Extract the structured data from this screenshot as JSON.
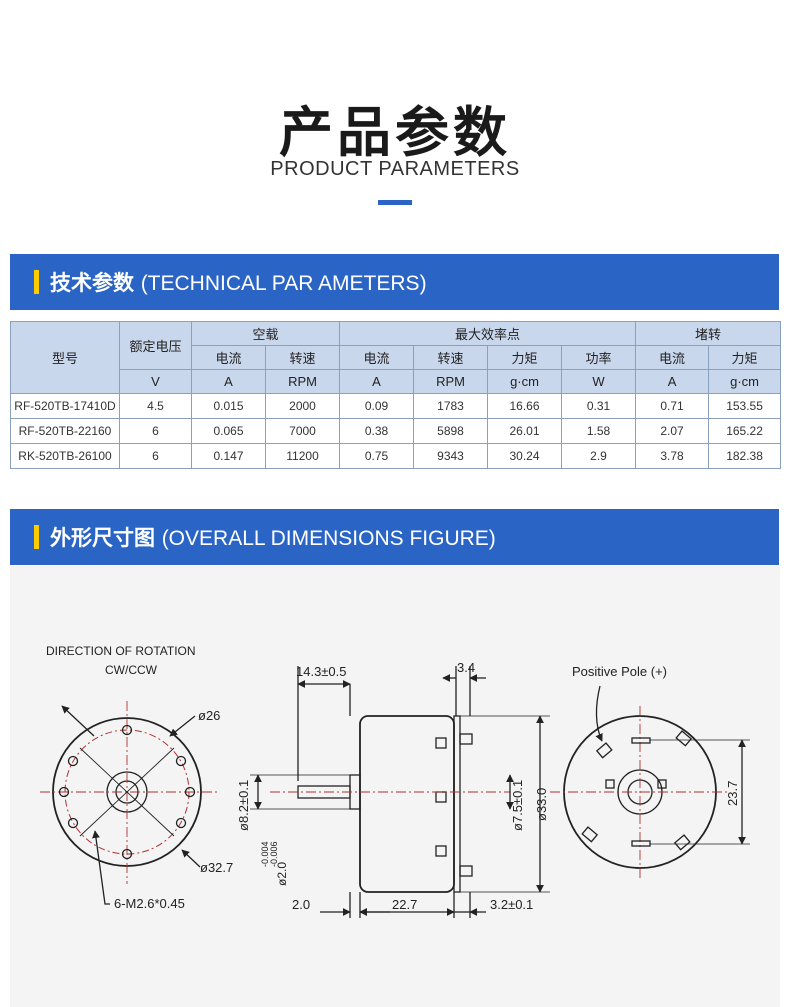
{
  "hero": {
    "title": "产品参数",
    "subtitle": "PRODUCT PARAMETERS"
  },
  "section_technical": {
    "title_cn": "技术参数",
    "title_en": "(TECHNICAL PAR AMETERS)"
  },
  "section_dimensions": {
    "title_cn": "外形尺寸图",
    "title_en": "(OVERALL DIMENSIONS FIGURE)"
  },
  "table": {
    "model_header": "型号",
    "rated_voltage_header": "额定电压",
    "group_no_load": "空载",
    "group_max_efficiency": "最大效率点",
    "group_stall": "堵转",
    "sub_headers": {
      "no_load": [
        "电流",
        "转速"
      ],
      "max_eff": [
        "电流",
        "转速",
        "力矩",
        "功率"
      ],
      "stall": [
        "电流",
        "力矩"
      ]
    },
    "units": [
      "V",
      "A",
      "RPM",
      "A",
      "RPM",
      "g·cm",
      "W",
      "A",
      "g·cm"
    ],
    "rows": [
      [
        "RF-520TB-17410D",
        "4.5",
        "0.015",
        "2000",
        "0.09",
        "1783",
        "16.66",
        "0.31",
        "0.71",
        "153.55"
      ],
      [
        "RF-520TB-22160",
        "6",
        "0.065",
        "7000",
        "0.38",
        "5898",
        "26.01",
        "1.58",
        "2.07",
        "165.22"
      ],
      [
        "RK-520TB-26100",
        "6",
        "0.147",
        "11200",
        "0.75",
        "9343",
        "30.24",
        "2.9",
        "3.78",
        "182.38"
      ]
    ]
  },
  "drawing": {
    "rotation_label_1": "DIRECTION OF ROTATION",
    "rotation_label_2": "CW/CCW",
    "dia_26": "ø26",
    "dia_32_7": "ø32.7",
    "screw": "6-M2.6*0.45",
    "dim_14_3": "14.3±0.5",
    "dim_3_4": "3.4",
    "dim_8_2": "ø8.2±0.1",
    "dim_shaft_tol_top": "-0.004",
    "dim_shaft_tol_bottom": "-0.006",
    "dim_shaft": "ø2.0",
    "dim_7_5": "ø7.5±0.1",
    "dim_33": "ø33.0",
    "dim_2_0": "2.0",
    "dim_22_7": "22.7",
    "dim_3_2": "3.2±0.1",
    "positive_pole": "Positive Pole (+)",
    "dim_23_7": "23.7",
    "accent_color": "#2a64c4",
    "marker_color": "#ffcc00"
  }
}
